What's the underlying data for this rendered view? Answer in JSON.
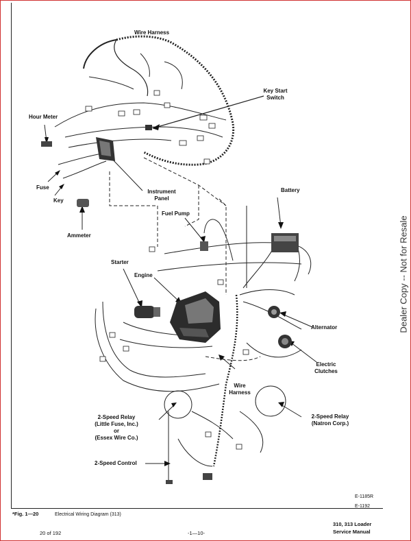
{
  "labels": {
    "wire_harness_top": "Wire Harness",
    "key_start_line1": "Key Start",
    "key_start_line2": "Switch",
    "hour_meter": "Hour Meter",
    "fuse": "Fuse",
    "key": "Key",
    "instrument_line1": "Instrument",
    "instrument_line2": "Panel",
    "ammeter": "Ammeter",
    "battery": "Battery",
    "fuel_pump": "Fuel Pump",
    "starter": "Starter",
    "engine": "Engine",
    "alternator": "Alternator",
    "clutches_line1": "Electric",
    "clutches_line2": "Clutches",
    "wire_harness_mid_line1": "Wire",
    "wire_harness_mid_line2": "Harness",
    "relay_lf_line1": "2-Speed Relay",
    "relay_lf_line2": "(Little Fuse, Inc.)",
    "relay_lf_line3": "or",
    "relay_lf_line4": "(Essex Wire Co.)",
    "relay_natron_line1": "2-Speed Relay",
    "relay_natron_line2": "(Natron Corp.)",
    "two_speed_control": "2-Speed Control"
  },
  "codes": {
    "code1": "E-1185R",
    "code2": "E-1192"
  },
  "footer": {
    "fig_number": "*Fig. 1—20",
    "fig_caption": "Electrical Wiring Diagram (313)",
    "page_count": "20 of 192",
    "page_number": "-1—10-",
    "model_line1": "310, 313 Loader",
    "model_line2": "Service Manual"
  },
  "watermark": "Dealer Copy -- Not for Resale"
}
